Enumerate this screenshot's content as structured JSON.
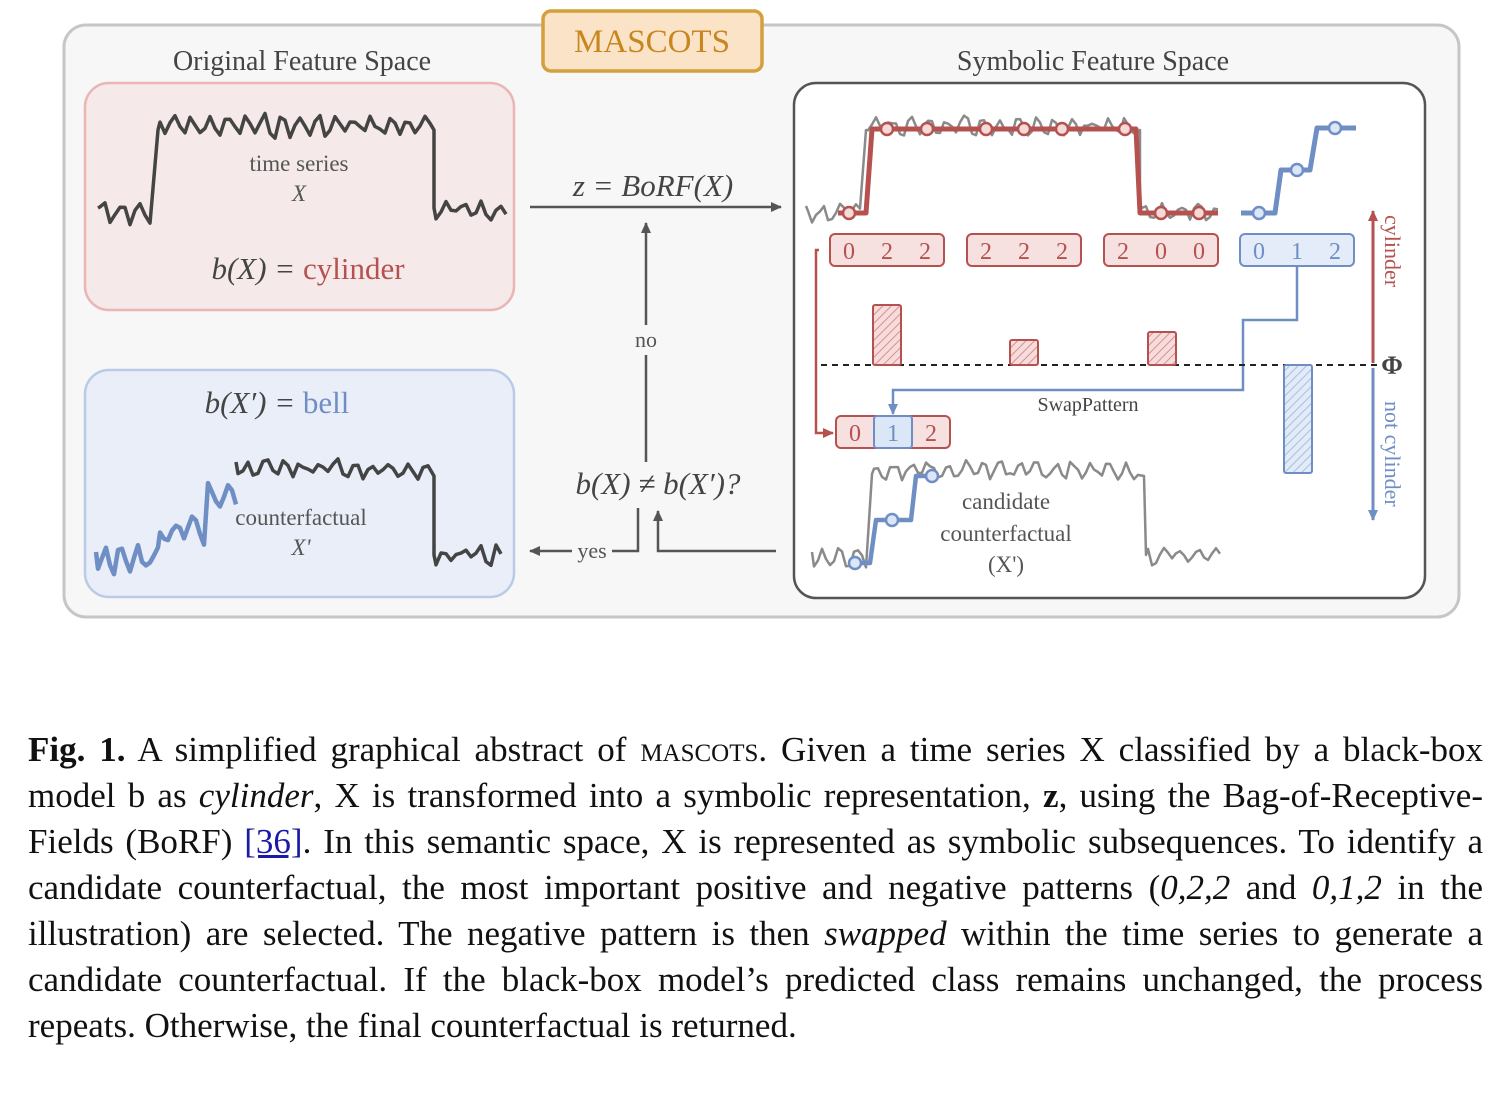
{
  "header": {
    "badge": "MASCOTS"
  },
  "original_space": {
    "title": "Original Feature Space",
    "ts_label_1": "time series",
    "ts_label_2": "X",
    "pred_prefix": "b(X) = ",
    "pred_class": "cylinder"
  },
  "counterfactual_box": {
    "pred_prefix": "b(X′) = ",
    "pred_class": "bell",
    "label_1": "counterfactual",
    "label_2": "X'"
  },
  "flow": {
    "transform": "z = BoRF(X)",
    "no": "no",
    "check": "b(X) ≠ b(X′)?",
    "yes": "yes"
  },
  "symbolic_space": {
    "title": "Symbolic Feature Space",
    "patterns": [
      {
        "symbols": [
          "0",
          "2",
          "2"
        ],
        "kind": "positive"
      },
      {
        "symbols": [
          "2",
          "2",
          "2"
        ],
        "kind": "positive"
      },
      {
        "symbols": [
          "2",
          "0",
          "0"
        ],
        "kind": "positive"
      },
      {
        "symbols": [
          "0",
          "1",
          "2"
        ],
        "kind": "negative"
      }
    ],
    "swapped_pattern": [
      "0",
      "1",
      "2"
    ],
    "swap_label": "SwapPattern",
    "threshold_label": "Φ",
    "axis_pos": "cylinder",
    "axis_neg": "not cylinder",
    "candidate_1": "candidate",
    "candidate_2": "counterfactual",
    "candidate_3": "(X')"
  },
  "caption": {
    "fig": "Fig. 1.",
    "t1": " A simplified graphical abstract of ",
    "method": "mascots",
    "t2": ". Given a time series X classified by a black-box model b as ",
    "cls": "cylinder",
    "t3": ", X is transformed into a symbolic representation, ",
    "z": "z",
    "t4": ", using the Bag-of-Receptive-Fields (BoRF) ",
    "ref": "[36]",
    "t5": ". In this semantic space, X is represented as symbolic subsequences. To identify a candidate counterfactual, the most important positive and negative patterns (",
    "p1": "0,2,2",
    "t6": " and ",
    "p2": "0,1,2",
    "t7": " in the illustration) are selected. The negative pattern is then ",
    "swapped": "swapped",
    "t8": " within the time series to generate a candidate counterfactual. If the black-box model’s predicted class remains unchanged, the process repeats. Otherwise, the final counterfactual is returned."
  },
  "colors": {
    "red": "#b5524f",
    "red_fill": "#f5dada",
    "red_box_fill": "#f6e6e6",
    "blue": "#6f8fc4",
    "blue_fill": "#dbe6f6",
    "blue_box_fill": "#eaf0fa",
    "badge_fill": "#fbe3c7",
    "badge_stroke": "#d4a03c",
    "badge_text": "#c8861e",
    "gray": "#555555"
  }
}
